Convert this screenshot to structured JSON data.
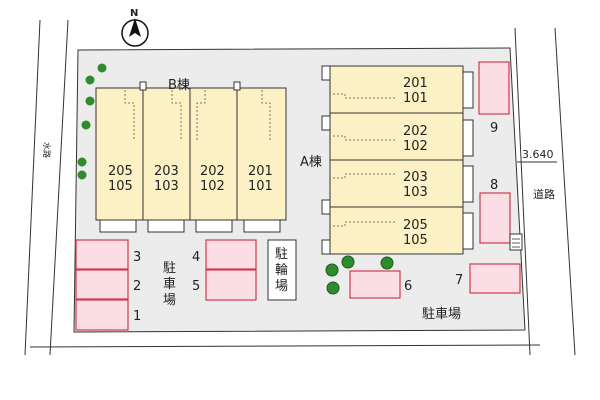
{
  "compass": {
    "letter": "N"
  },
  "buildings": {
    "b_label": "B棟",
    "a_label": "A棟",
    "b_units": [
      {
        "top": "205",
        "bottom": "105"
      },
      {
        "top": "203",
        "bottom": "103"
      },
      {
        "top": "202",
        "bottom": "102"
      },
      {
        "top": "201",
        "bottom": "101"
      }
    ],
    "a_units": [
      {
        "top": "201",
        "bottom": "101"
      },
      {
        "top": "202",
        "bottom": "102"
      },
      {
        "top": "203",
        "bottom": "103"
      },
      {
        "top": "205",
        "bottom": "105"
      }
    ]
  },
  "parking": {
    "left_label_chars": [
      "駐",
      "車",
      "場"
    ],
    "bottom_label": "駐車場",
    "slots": [
      "1",
      "2",
      "3",
      "4",
      "5",
      "6",
      "7",
      "8",
      "9"
    ]
  },
  "bicycle": {
    "label_chars": [
      "駐",
      "輪",
      "場"
    ]
  },
  "road": {
    "width_label": "3.640",
    "right_label": "道路",
    "left_label": "水路"
  },
  "colors": {
    "parking_fill": "#fbdde6",
    "parking_stroke": "#d0384f",
    "building_fill": "#fbf1c4",
    "tree": "#2e8b2e",
    "site_fill": "#ececec"
  }
}
